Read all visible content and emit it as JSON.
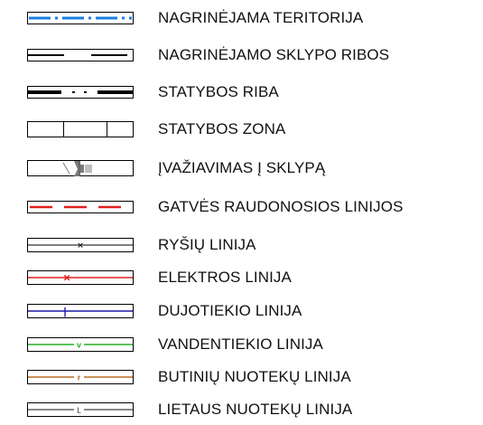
{
  "legend": {
    "items": [
      {
        "key": "nagrinejama-teritorija",
        "label": "NAGRINĖJAMA TERITORIJA",
        "symbol": "territory-dashdot-line-icon",
        "color": "#1a7fe0"
      },
      {
        "key": "nagrinejamo-sklypo-ribos",
        "label": "NAGRINĖJAMO SKLYPO RIBOS",
        "symbol": "plot-boundary-line-icon",
        "color": "#000000"
      },
      {
        "key": "statybos-riba",
        "label": "STATYBOS RIBA",
        "symbol": "construction-limit-line-icon",
        "color": "#000000"
      },
      {
        "key": "statybos-zona",
        "label": "STATYBOS ZONA",
        "symbol": "construction-zone-icon",
        "color": "#000000"
      },
      {
        "key": "ivaziavimas-i-sklypa",
        "label": "ĮVAŽIAVIMAS Į SKLYPĄ",
        "symbol": "driveway-entrance-icon",
        "color": "#7a7a7a"
      },
      {
        "key": "gatves-raudonosios-linijos",
        "label": "GATVĖS RAUDONOSIOS LINIJOS",
        "symbol": "street-red-line-icon",
        "color": "#e02020"
      },
      {
        "key": "rysiu-linija",
        "label": "RYŠIŲ LINIJA",
        "symbol": "communication-line-icon",
        "color": "#000000"
      },
      {
        "key": "elektros-linija",
        "label": "ELEKTROS LINIJA",
        "symbol": "electric-line-icon",
        "color": "#e02020"
      },
      {
        "key": "dujotiekio-linija",
        "label": "DUJOTIEKIO LINIJA",
        "symbol": "gas-line-icon",
        "color": "#1a1aa8"
      },
      {
        "key": "vandentiekio-linija",
        "label": "VANDENTIEKIO LINIJA",
        "symbol": "water-line-icon",
        "color": "#22b022"
      },
      {
        "key": "butiniu-nuoteku-linija",
        "label": "BUTINIŲ NUOTEKŲ LINIJA",
        "symbol": "sewage-line-icon",
        "color": "#b86a20"
      },
      {
        "key": "lietaus-nuoteku-linija",
        "label": "LIETAUS NUOTEKŲ LINIJA",
        "symbol": "rainwater-line-icon",
        "color": "#111111"
      }
    ],
    "line_markers": {
      "rysiu": "✕",
      "elektros": "×",
      "dujotiekio": "|",
      "vandentiekio": "v",
      "butiniu": "r",
      "lietaus": "L"
    }
  }
}
